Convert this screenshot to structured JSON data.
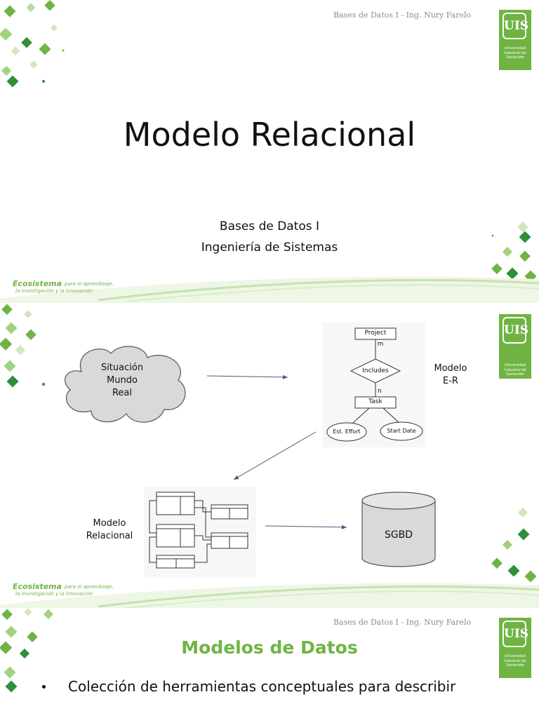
{
  "header": {
    "course_author": "Bases de Datos I - Ing. Nury Farelo"
  },
  "logo": {
    "mark": "UIS",
    "lines": [
      "Universidad",
      "Industrial de",
      "Santander"
    ]
  },
  "slide1": {
    "title": "Modelo Relacional",
    "subtitle_line1": "Bases de Datos I",
    "subtitle_line2": "Ingeniería de Sistemas"
  },
  "footer": {
    "brand": "Ecosistema",
    "tagline_line1": "para el aprendizaje,",
    "tagline_line2": "la investigación y la innovación"
  },
  "slide2": {
    "cloud_label": [
      "Situación",
      "Mundo",
      "Real"
    ],
    "er_label": [
      "Modelo",
      "E-R"
    ],
    "relational_label": [
      "Modelo",
      "Relacional"
    ],
    "sgbd_label": "SGBD",
    "er_diagram": {
      "entity_top": "Project",
      "card_top": "m",
      "relationship": "Includes",
      "card_bottom": "n",
      "entity_bottom": "Task",
      "attr_left": "Est. Effort",
      "attr_right": "Start Date"
    }
  },
  "slide3": {
    "title": "Modelos de Datos",
    "bullet": "Colección de herramientas conceptuales para describir"
  },
  "colors": {
    "accent": "#6fb443",
    "dark_accent": "#2f8f3a"
  }
}
